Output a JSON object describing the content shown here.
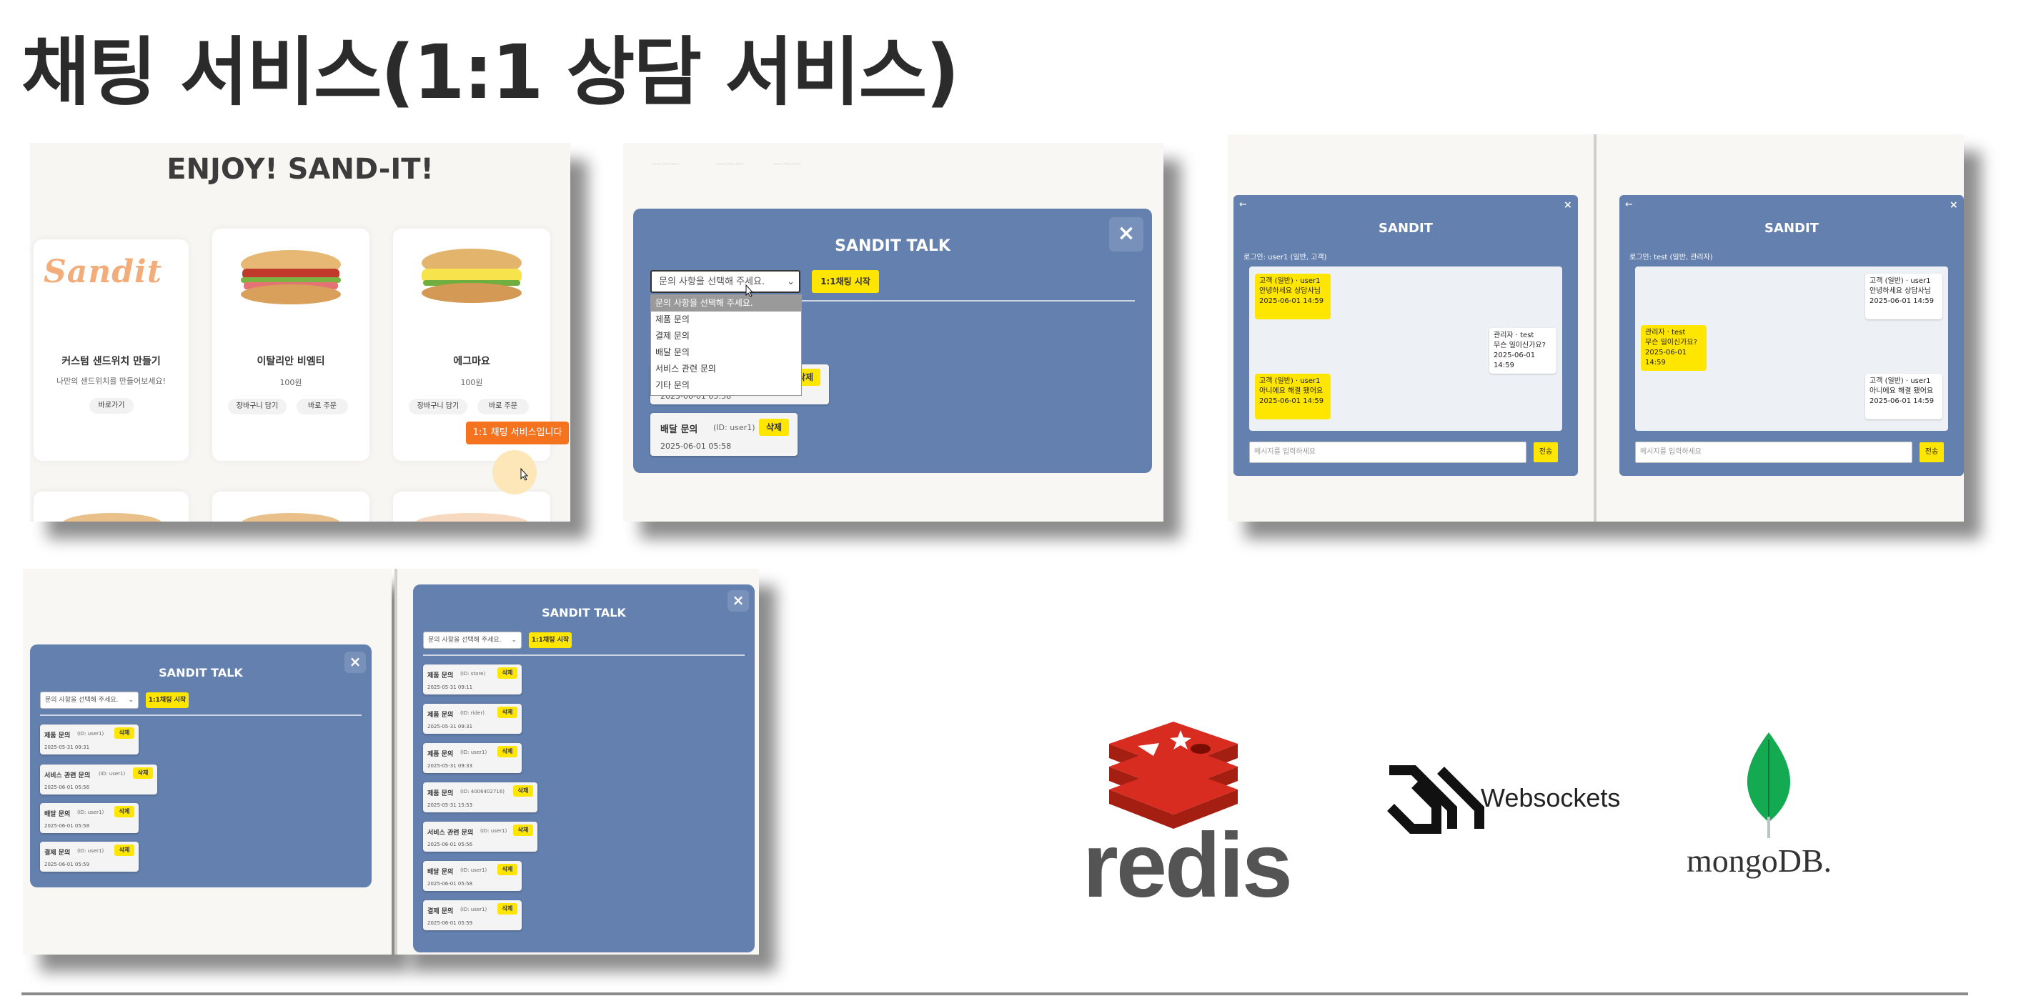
{
  "title": "채팅 서비스(1:1 상담 서비스)",
  "panel1": {
    "heading": "ENJOY! SAND-IT!",
    "logo": "Sandit",
    "cards": [
      {
        "name": "커스텀 샌드위치 만들기",
        "sub": "나만의 샌드위치를 만들어보세요!",
        "btn1": "바로가기"
      },
      {
        "name": "이탈리안 비엠티",
        "sub": "100원",
        "btn1": "장바구니 담기",
        "btn2": "바로 주문"
      },
      {
        "name": "에그마요",
        "sub": "100원",
        "btn1": "장바구니 담기",
        "btn2": "바로 주문"
      }
    ],
    "chat_tooltip": "1:1 채팅 서비스입니다"
  },
  "panel2": {
    "modal_title": "SANDIT TALK",
    "close": "×",
    "select_placeholder": "문의 사항을 선택해 주세요.",
    "start_button": "1:1채팅 시작",
    "dropdown_options": [
      "문의 사항을 선택해 주세요.",
      "제품 문의",
      "결제 문의",
      "배달 문의",
      "서비스 관련 문의",
      "기타 문의"
    ],
    "inquiries": [
      {
        "type": "",
        "id": "",
        "date": "2025-06-01 05:58",
        "del": "삭제"
      },
      {
        "type": "배달 문의",
        "id": "(ID: user1)",
        "date": "2025-06-01 05:58",
        "del": "삭제"
      }
    ]
  },
  "chat_left": {
    "title": "SANDIT",
    "back": "←",
    "close": "×",
    "login": "로그인: user1 (일반, 고객)",
    "messages": [
      {
        "sender": "고객 (일반) · user1",
        "text": "안녕하세요 상담사님",
        "time": "2025-06-01 14:59"
      },
      {
        "sender": "관리자 · test",
        "text": "무슨 일이신가요?",
        "time": "2025-06-01 14:59"
      },
      {
        "sender": "고객 (일반) · user1",
        "text": "아니에요 해결 됐어요",
        "time": "2025-06-01 14:59"
      }
    ],
    "input_placeholder": "메시지를 입력하세요",
    "send": "전송"
  },
  "chat_right": {
    "title": "SANDIT",
    "back": "←",
    "close": "×",
    "login": "로그인: test (일반, 관리자)",
    "messages": [
      {
        "sender": "고객 (일반) · user1",
        "text": "안녕하세요 상담사님",
        "time": "2025-06-01 14:59"
      },
      {
        "sender": "관리자 · test",
        "text": "무슨 일이신가요?",
        "time": "2025-06-01 14:59"
      },
      {
        "sender": "고객 (일반) · user1",
        "text": "아니에요 해결 됐어요",
        "time": "2025-06-01 14:59"
      }
    ],
    "input_placeholder": "메시지를 입력하세요",
    "send": "전송"
  },
  "panel4": {
    "modal_title": "SANDIT TALK",
    "close": "×",
    "select_placeholder": "문의 사항을 선택해 주세요.",
    "start_button": "1:1채팅 시작",
    "inquiries": [
      {
        "type": "제품 문의",
        "id": "(ID: user1)",
        "date": "2025-05-31 09:31",
        "del": "삭제"
      },
      {
        "type": "서비스 관련 문의",
        "id": "(ID: user1)",
        "date": "2025-06-01 05:56",
        "del": "삭제"
      },
      {
        "type": "배달 문의",
        "id": "(ID: user1)",
        "date": "2025-06-01 05:58",
        "del": "삭제"
      },
      {
        "type": "결제 문의",
        "id": "(ID: user1)",
        "date": "2025-06-01 05:59",
        "del": "삭제"
      }
    ]
  },
  "panel5": {
    "modal_title": "SANDIT TALK",
    "close": "×",
    "select_placeholder": "문의 사항을 선택해 주세요.",
    "start_button": "1:1채팅 시작",
    "inquiries": [
      {
        "type": "제품 문의",
        "id": "(ID: store)",
        "date": "2025-05-31 09:11",
        "del": "삭제"
      },
      {
        "type": "제품 문의",
        "id": "(ID: rider)",
        "date": "2025-05-31 09:31",
        "del": "삭제"
      },
      {
        "type": "제품 문의",
        "id": "(ID: user1)",
        "date": "2025-05-31 09:33",
        "del": "삭제"
      },
      {
        "type": "제품 문의",
        "id": "(ID: 4006402716)",
        "date": "2025-05-31 15:53",
        "del": "삭제"
      },
      {
        "type": "서비스 관련 문의",
        "id": "(ID: user1)",
        "date": "2025-06-01 05:56",
        "del": "삭제"
      },
      {
        "type": "배달 문의",
        "id": "(ID: user1)",
        "date": "2025-06-01 05:58",
        "del": "삭제"
      },
      {
        "type": "결제 문의",
        "id": "(ID: user1)",
        "date": "2025-06-01 05:59",
        "del": "삭제"
      }
    ]
  },
  "logos": {
    "redis": "redis",
    "websockets": "Websockets",
    "mongodb": "mongoDB."
  },
  "colors": {
    "modal_blue": "#6480ae",
    "accent_yellow": "#ffe600",
    "tooltip_orange": "#f5731e",
    "redis_red": "#d82c20",
    "mongo_green": "#13aa52"
  }
}
